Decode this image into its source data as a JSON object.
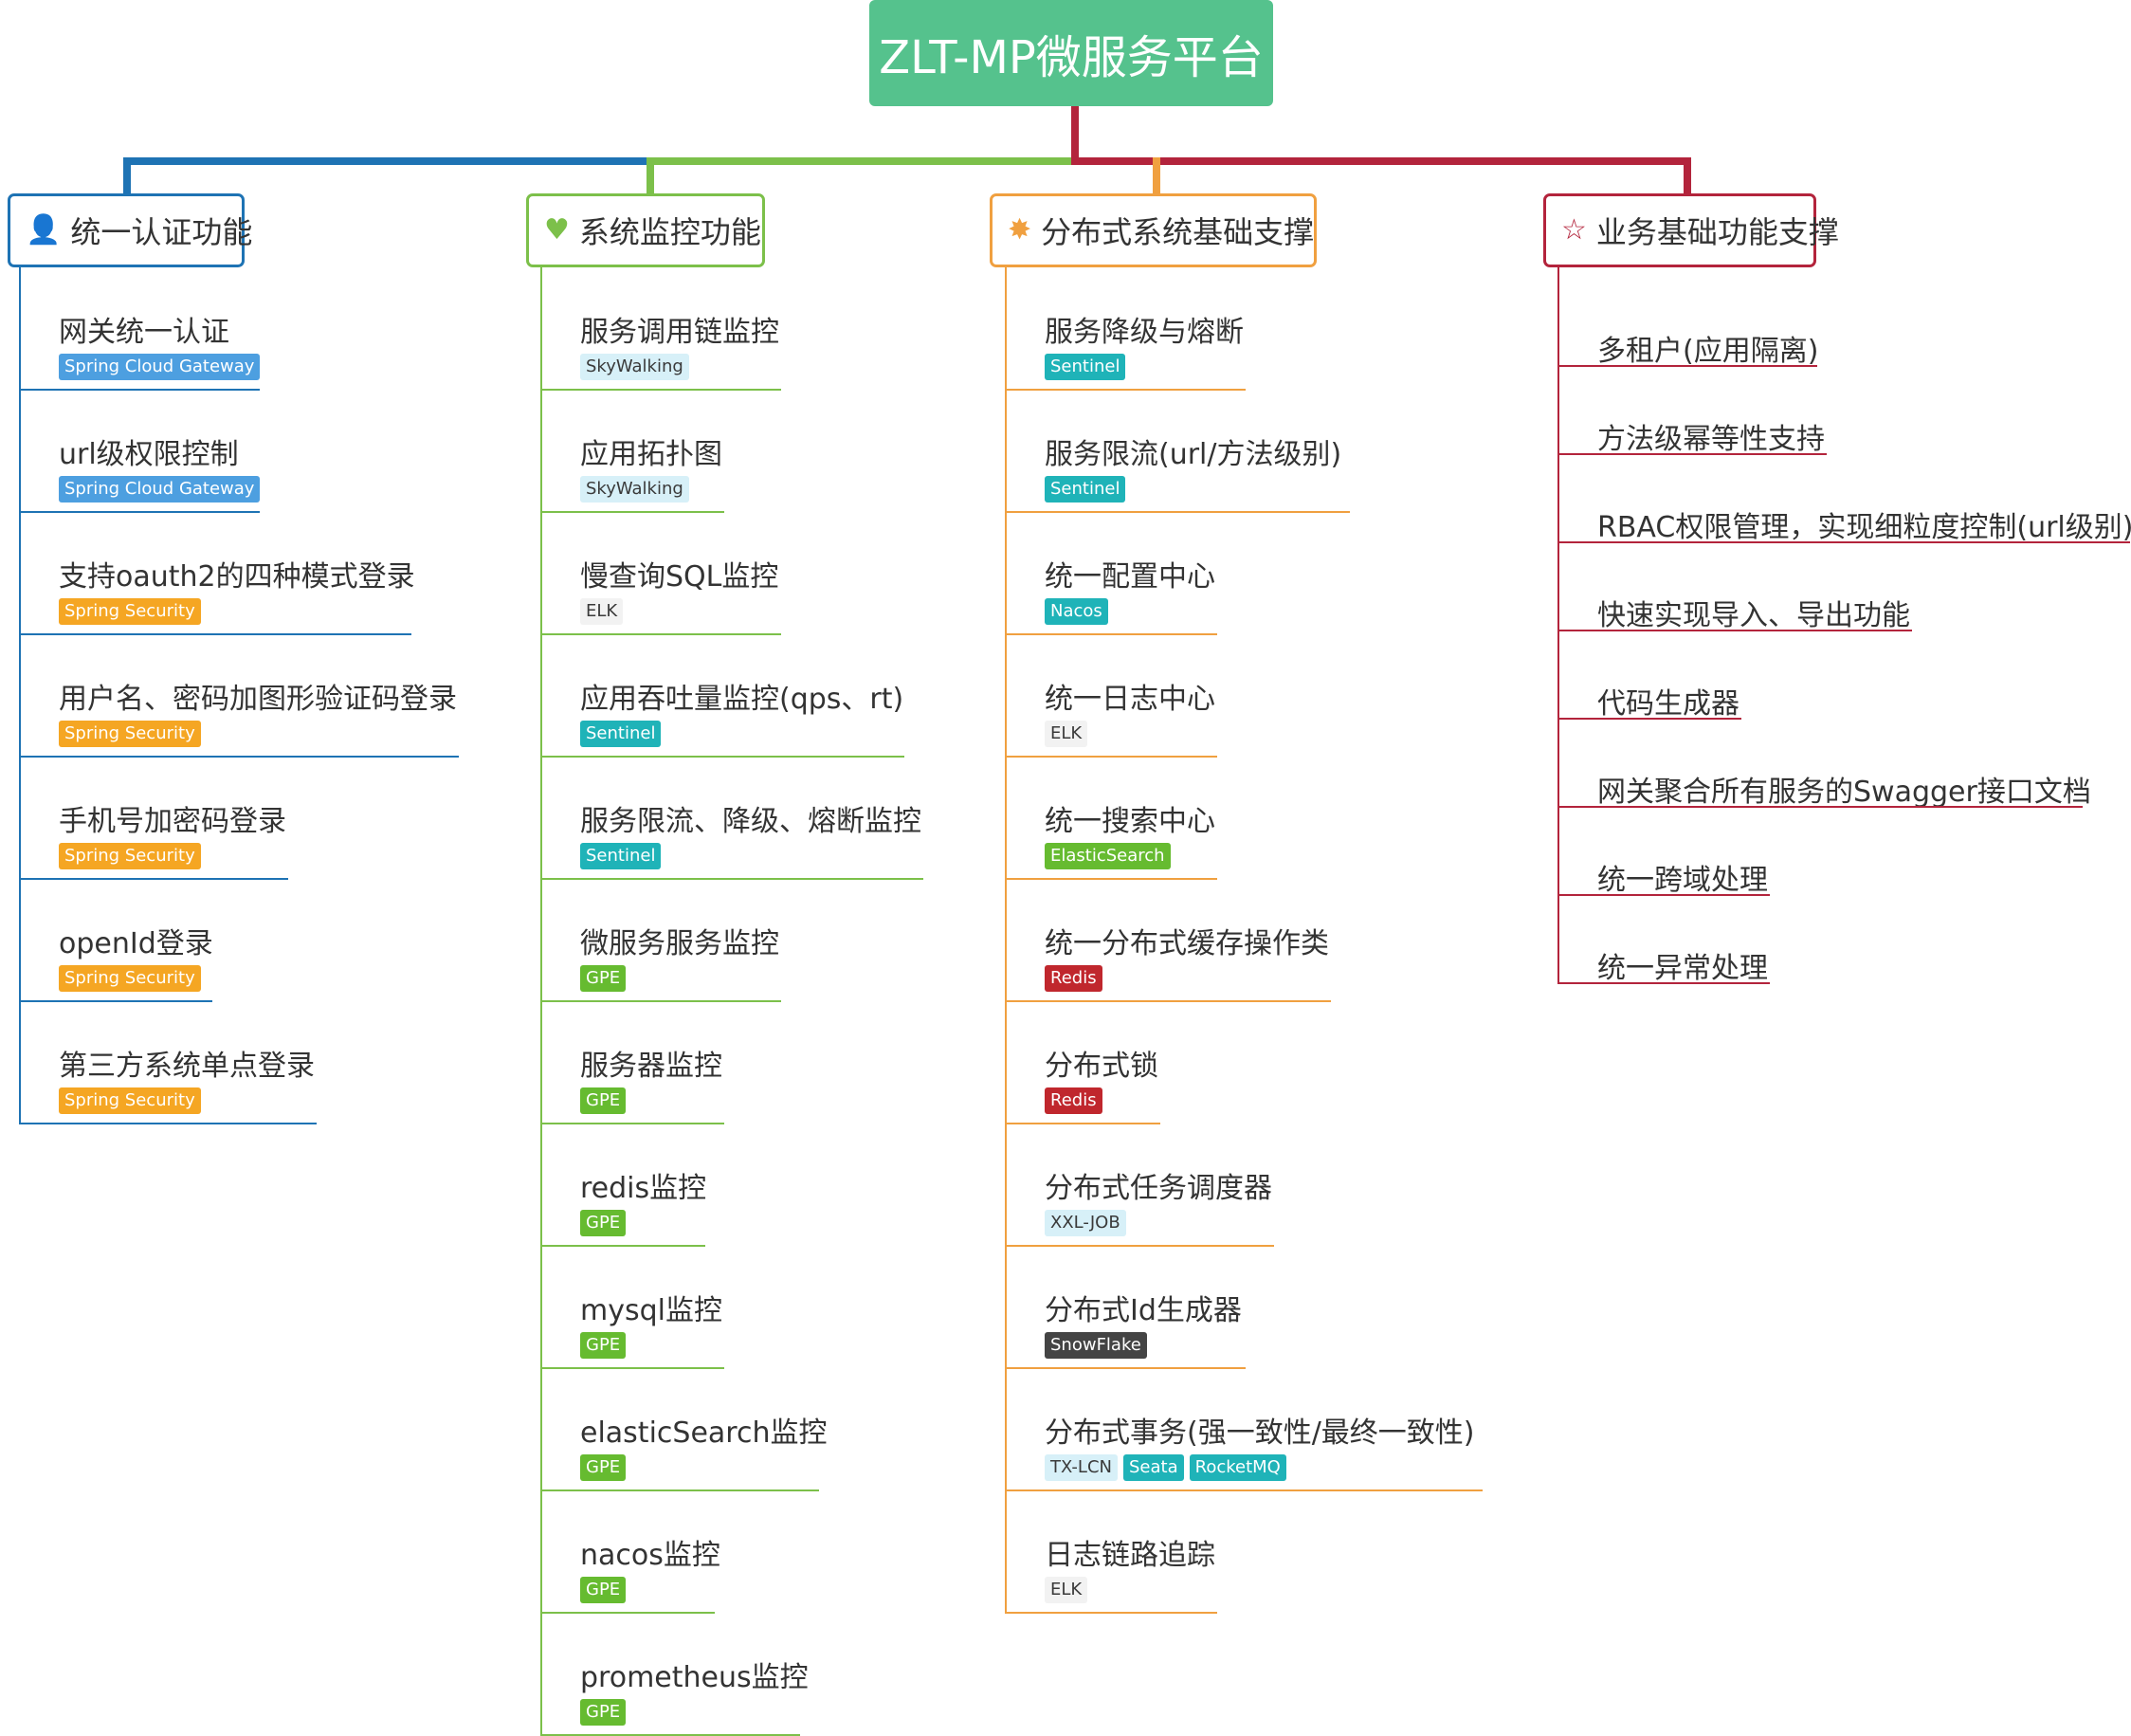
{
  "root": {
    "title": "ZLT-MP微服务平台",
    "color": "#55c28d"
  },
  "tag_styles": {
    "Spring Cloud Gateway": {
      "bg": "#4d9fe0",
      "fg": "#ffffff"
    },
    "Spring Security": {
      "bg": "#f5a623",
      "fg": "#ffffff"
    },
    "SkyWalking": {
      "bg": "#d7f0f8",
      "fg": "#3a3a3a"
    },
    "ELK": {
      "bg": "#f2f2f2",
      "fg": "#3a3a3a"
    },
    "Sentinel": {
      "bg": "#1fb3b8",
      "fg": "#ffffff"
    },
    "GPE": {
      "bg": "#66bb30",
      "fg": "#ffffff"
    },
    "Nacos": {
      "bg": "#1fb3b8",
      "fg": "#ffffff"
    },
    "ElasticSearch": {
      "bg": "#66bb30",
      "fg": "#ffffff"
    },
    "Redis": {
      "bg": "#c0272d",
      "fg": "#ffffff"
    },
    "XXL-JOB": {
      "bg": "#d7f0f8",
      "fg": "#3a3a3a"
    },
    "SnowFlake": {
      "bg": "#444444",
      "fg": "#ffffff"
    },
    "TX-LCN": {
      "bg": "#d7f0f8",
      "fg": "#3a3a3a"
    },
    "Seata": {
      "bg": "#1fb3b8",
      "fg": "#ffffff"
    },
    "RocketMQ": {
      "bg": "#1fb3b8",
      "fg": "#ffffff"
    }
  },
  "categories": [
    {
      "label": "统一认证功能",
      "icon": "user-icon",
      "color": "#1e73b4",
      "items": [
        {
          "text": "网关统一认证",
          "tags": [
            "Spring Cloud Gateway"
          ]
        },
        {
          "text": "url级权限控制",
          "tags": [
            "Spring Cloud Gateway"
          ]
        },
        {
          "text": "支持oauth2的四种模式登录",
          "tags": [
            "Spring Security"
          ]
        },
        {
          "text": "用户名、密码加图形验证码登录",
          "tags": [
            "Spring Security"
          ]
        },
        {
          "text": "手机号加密码登录",
          "tags": [
            "Spring Security"
          ]
        },
        {
          "text": "openId登录",
          "tags": [
            "Spring Security"
          ]
        },
        {
          "text": "第三方系统单点登录",
          "tags": [
            "Spring Security"
          ]
        }
      ]
    },
    {
      "label": "系统监控功能",
      "icon": "heart-icon",
      "color": "#7cc04a",
      "items": [
        {
          "text": "服务调用链监控",
          "tags": [
            "SkyWalking"
          ]
        },
        {
          "text": "应用拓扑图",
          "tags": [
            "SkyWalking"
          ]
        },
        {
          "text": "慢查询SQL监控",
          "tags": [
            "ELK"
          ]
        },
        {
          "text": "应用吞吐量监控(qps、rt)",
          "tags": [
            "Sentinel"
          ]
        },
        {
          "text": "服务限流、降级、熔断监控",
          "tags": [
            "Sentinel"
          ]
        },
        {
          "text": "微服务服务监控",
          "tags": [
            "GPE"
          ]
        },
        {
          "text": "服务器监控",
          "tags": [
            "GPE"
          ]
        },
        {
          "text": "redis监控",
          "tags": [
            "GPE"
          ]
        },
        {
          "text": "mysql监控",
          "tags": [
            "GPE"
          ]
        },
        {
          "text": "elasticSearch监控",
          "tags": [
            "GPE"
          ]
        },
        {
          "text": "nacos监控",
          "tags": [
            "GPE"
          ]
        },
        {
          "text": "prometheus监控",
          "tags": [
            "GPE"
          ]
        }
      ]
    },
    {
      "label": "分布式系统基础支撑",
      "icon": "group-icon",
      "color": "#f0a040",
      "items": [
        {
          "text": "服务降级与熔断",
          "tags": [
            "Sentinel"
          ]
        },
        {
          "text": "服务限流(url/方法级别)",
          "tags": [
            "Sentinel"
          ]
        },
        {
          "text": "统一配置中心",
          "tags": [
            "Nacos"
          ]
        },
        {
          "text": "统一日志中心",
          "tags": [
            "ELK"
          ]
        },
        {
          "text": "统一搜索中心",
          "tags": [
            "ElasticSearch"
          ]
        },
        {
          "text": "统一分布式缓存操作类",
          "tags": [
            "Redis"
          ]
        },
        {
          "text": "分布式锁",
          "tags": [
            "Redis"
          ]
        },
        {
          "text": "分布式任务调度器",
          "tags": [
            "XXL-JOB"
          ]
        },
        {
          "text": "分布式Id生成器",
          "tags": [
            "SnowFlake"
          ]
        },
        {
          "text": "分布式事务(强一致性/最终一致性)",
          "tags": [
            "TX-LCN",
            "Seata",
            "RocketMQ"
          ]
        },
        {
          "text": "日志链路追踪",
          "tags": [
            "ELK"
          ]
        }
      ]
    },
    {
      "label": "业务基础功能支撑",
      "icon": "lightbulb-icon",
      "color": "#b3243c",
      "items": [
        {
          "text": "多租户(应用隔离)",
          "tags": []
        },
        {
          "text": "方法级幂等性支持",
          "tags": []
        },
        {
          "text": "RBAC权限管理，实现细粒度控制(url级别)",
          "tags": []
        },
        {
          "text": "快速实现导入、导出功能",
          "tags": []
        },
        {
          "text": "代码生成器",
          "tags": []
        },
        {
          "text": "网关聚合所有服务的Swagger接口文档",
          "tags": []
        },
        {
          "text": "统一跨域处理",
          "tags": []
        },
        {
          "text": "统一异常处理",
          "tags": []
        }
      ]
    }
  ]
}
